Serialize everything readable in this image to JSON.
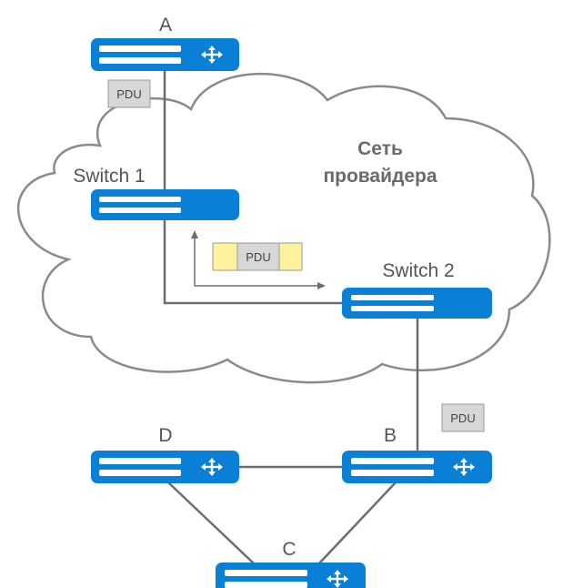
{
  "colors": {
    "device_blue": "#0a7fd6",
    "link_gray": "#6d6d6d",
    "cloud_stroke": "#8a8a8a",
    "pdu_fill": "#d7d7d7",
    "tag_yellow": "#fff29e"
  },
  "cloud": {
    "label_line1": "Сеть",
    "label_line2": "провайдера"
  },
  "devices": {
    "a": {
      "label": "A",
      "kind": "router",
      "icon": "arrows-icon"
    },
    "switch1": {
      "label": "Switch 1",
      "kind": "switch"
    },
    "switch2": {
      "label": "Switch 2",
      "kind": "switch"
    },
    "b": {
      "label": "B",
      "kind": "router",
      "icon": "arrows-icon"
    },
    "c": {
      "label": "C",
      "kind": "router",
      "icon": "arrows-icon"
    },
    "d": {
      "label": "D",
      "kind": "router",
      "icon": "arrows-icon"
    }
  },
  "pdus": {
    "top": "PDU",
    "tunnel": "PDU",
    "bottom": "PDU"
  }
}
